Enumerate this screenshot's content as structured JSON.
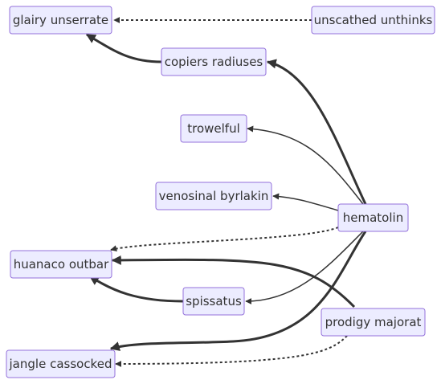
{
  "diagram": {
    "nodes": [
      {
        "id": "glairy",
        "label": "glairy unserrate"
      },
      {
        "id": "unscathed",
        "label": "unscathed unthinks"
      },
      {
        "id": "copiers",
        "label": "copiers radiuses"
      },
      {
        "id": "trowelful",
        "label": "trowelful"
      },
      {
        "id": "venosinal",
        "label": "venosinal byrlakin"
      },
      {
        "id": "hematolin",
        "label": "hematolin"
      },
      {
        "id": "huanaco",
        "label": "huanaco outbar"
      },
      {
        "id": "spissatus",
        "label": "spissatus"
      },
      {
        "id": "prodigy",
        "label": "prodigy majorat"
      },
      {
        "id": "jangle",
        "label": "jangle cassocked"
      }
    ],
    "edges": [
      {
        "from": "unscathed",
        "to": "glairy",
        "style": "dotted"
      },
      {
        "from": "copiers",
        "to": "glairy",
        "style": "thick"
      },
      {
        "from": "hematolin",
        "to": "copiers",
        "style": "thick"
      },
      {
        "from": "hematolin",
        "to": "trowelful",
        "style": "thin"
      },
      {
        "from": "hematolin",
        "to": "venosinal",
        "style": "thin"
      },
      {
        "from": "hematolin",
        "to": "huanaco",
        "style": "dotted"
      },
      {
        "from": "prodigy",
        "to": "huanaco",
        "style": "thick"
      },
      {
        "from": "spissatus",
        "to": "huanaco",
        "style": "thick"
      },
      {
        "from": "hematolin",
        "to": "spissatus",
        "style": "thin"
      },
      {
        "from": "hematolin",
        "to": "jangle",
        "style": "thick"
      },
      {
        "from": "prodigy",
        "to": "jangle",
        "style": "dotted"
      }
    ]
  }
}
